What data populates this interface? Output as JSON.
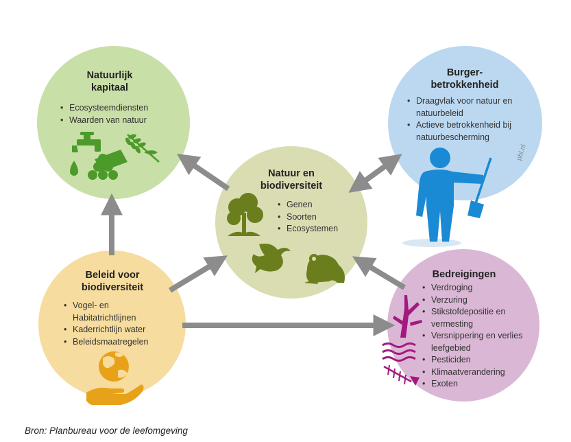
{
  "nodes": {
    "natuurlijk_kapitaal": {
      "title": [
        "Natuurlijk",
        "kapitaal"
      ],
      "items": [
        "Ecosysteemdiensten",
        "Waarden van natuur"
      ],
      "color": "#c9dfa8",
      "icon_color": "#4c9a2a"
    },
    "burgerbetrokkenheid": {
      "title": [
        "Burger-",
        "betrokkenheid"
      ],
      "items": [
        "Draagvlak voor natuur en natuurbeleid",
        "Actieve betrokkenheid bij natuurbescherming"
      ],
      "color": "#bcd8f0",
      "icon_color": "#1a8ad4"
    },
    "natuur_biodiversiteit": {
      "title": [
        "Natuur en",
        "biodiversiteit"
      ],
      "items": [
        "Genen",
        "Soorten",
        "Ecosystemen"
      ],
      "color": "#dadcb2",
      "icon_color": "#6b7e1d"
    },
    "beleid": {
      "title": [
        "Beleid voor",
        "biodiversiteit"
      ],
      "items": [
        "Vogel- en Habitatrichtlijnen",
        "Kaderrichtlijn water",
        "Beleidsmaatregelen"
      ],
      "color": "#f6dc9e",
      "icon_color": "#e8a21a"
    },
    "bedreigingen": {
      "title": [
        "Bedreigingen"
      ],
      "items": [
        "Verdroging",
        "Verzuring",
        "Stikstofdepositie en vermesting",
        "Versnippering en verlies leefgebied",
        "Pesticiden",
        "Klimaatverandering",
        "Exoten"
      ],
      "color": "#dbb7d6",
      "icon_color": "#a3197f"
    }
  },
  "arrow_color": "#8c8c8c",
  "watermark": "pbl.nl",
  "source": "Bron: Planbureau voor de leefomgeving"
}
